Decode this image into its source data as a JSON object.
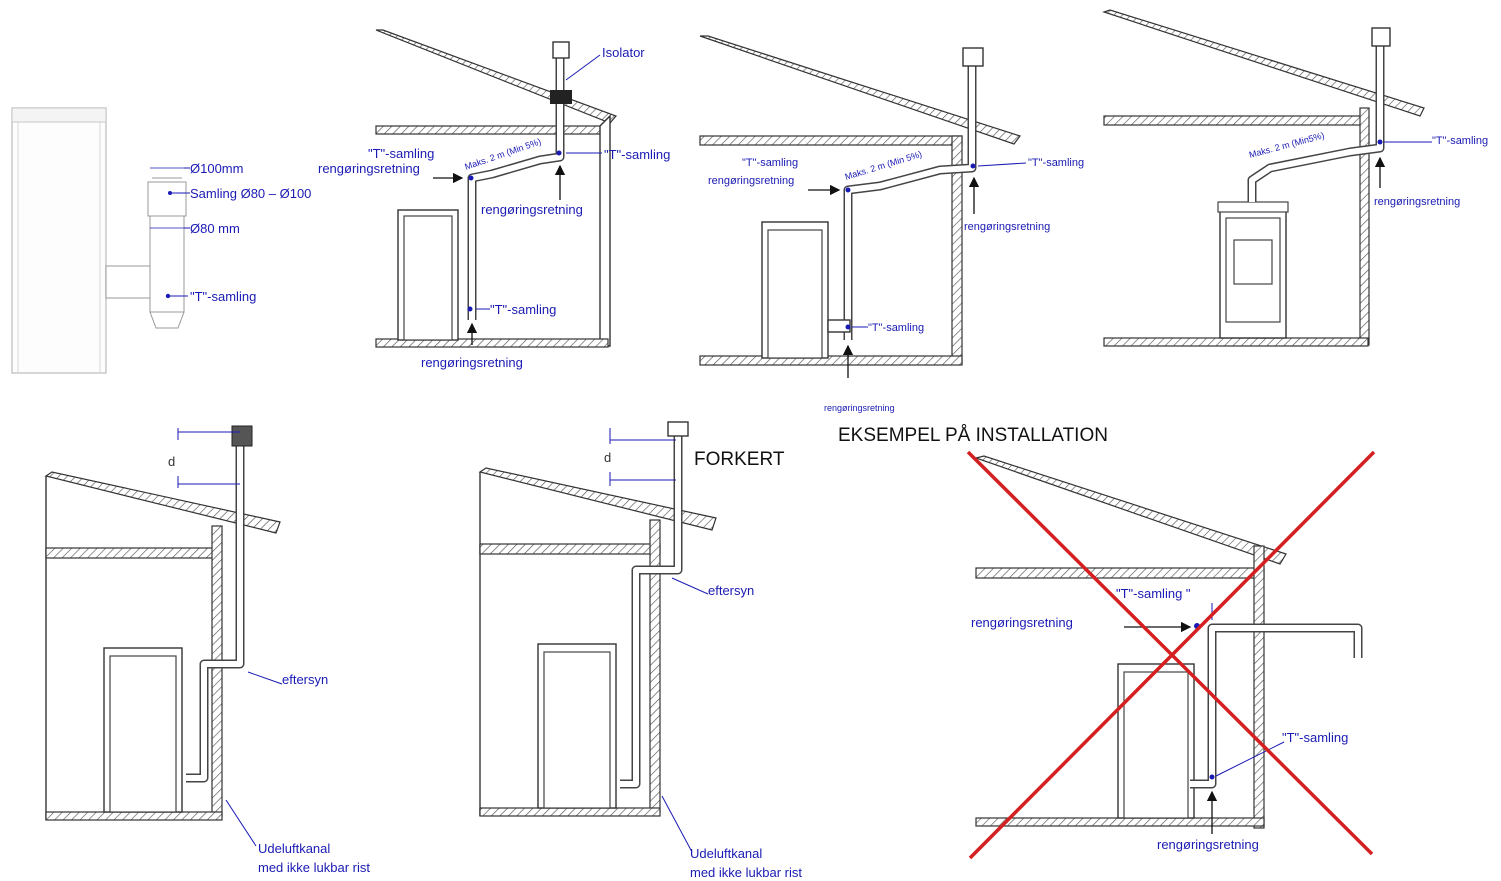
{
  "colors": {
    "label": "#1a1ab4",
    "cross": "#d42020",
    "line": "#333333"
  },
  "panel1": {
    "d100": "Ø100mm",
    "samling": "Samling Ø80 – Ø100",
    "d80": "Ø80 mm",
    "t_samling": "\"T\"-samling"
  },
  "panel2": {
    "isolator": "Isolator",
    "t_left": "\"T\"-samling",
    "reng_left": "rengøringsretning",
    "maks": "Maks. 2 m (Min 5%)",
    "t_right": "\"T\"-samling",
    "reng_right": "rengøringsretning",
    "t_bottom": "\"T\"-samling",
    "reng_bottom": "rengøringsretning"
  },
  "panel3": {
    "t_left": "\"T\"-samling",
    "reng_left": "rengøringsretning",
    "maks": "Maks. 2 m (Min 5%)",
    "t_right": "\"T\"-samling",
    "reng_right": "rengøringsretning",
    "t_bottom": "\"T\"-samling",
    "reng_bottom": "rengøringsretning"
  },
  "panel4": {
    "maks": "Maks. 2 m (Min5%)",
    "t_right": "\"T\"-samling",
    "reng": "rengøringsretning"
  },
  "panel5": {
    "d": "d",
    "eftersyn": "eftersyn",
    "udeluft_1": "Udeluftkanal",
    "udeluft_2": "med ikke  lukbar rist"
  },
  "panel6": {
    "d": "d",
    "forkert": "FORKERT",
    "eftersyn": "eftersyn",
    "udeluft_1": "Udeluftkanal",
    "udeluft_2": "med ikke  lukbar rist"
  },
  "panel7": {
    "heading": "EKSEMPEL PÅ INSTALLATION",
    "t_top": "\"T\"-samling \"",
    "reng_left": "rengøringsretning",
    "t_bottom": "\"T\"-samling",
    "reng_bottom": "rengøringsretning"
  }
}
